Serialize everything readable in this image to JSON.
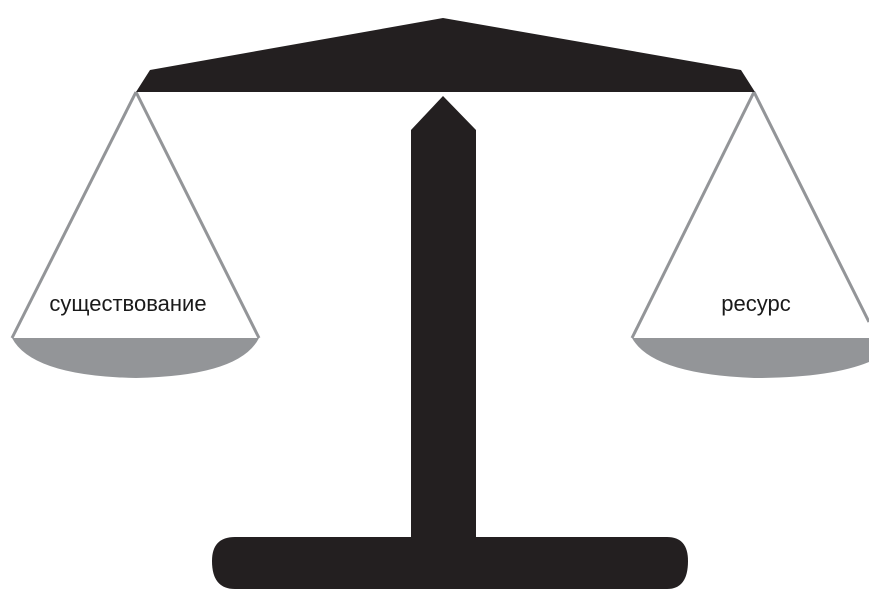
{
  "diagram": {
    "type": "balance-scale",
    "left_pan": {
      "label": "существование"
    },
    "right_pan": {
      "label": "ресурс"
    },
    "colors": {
      "beam": "#231f20",
      "pan": "#939598",
      "string": "#939598",
      "text": "#1a1a1a",
      "background": "#ffffff"
    }
  }
}
